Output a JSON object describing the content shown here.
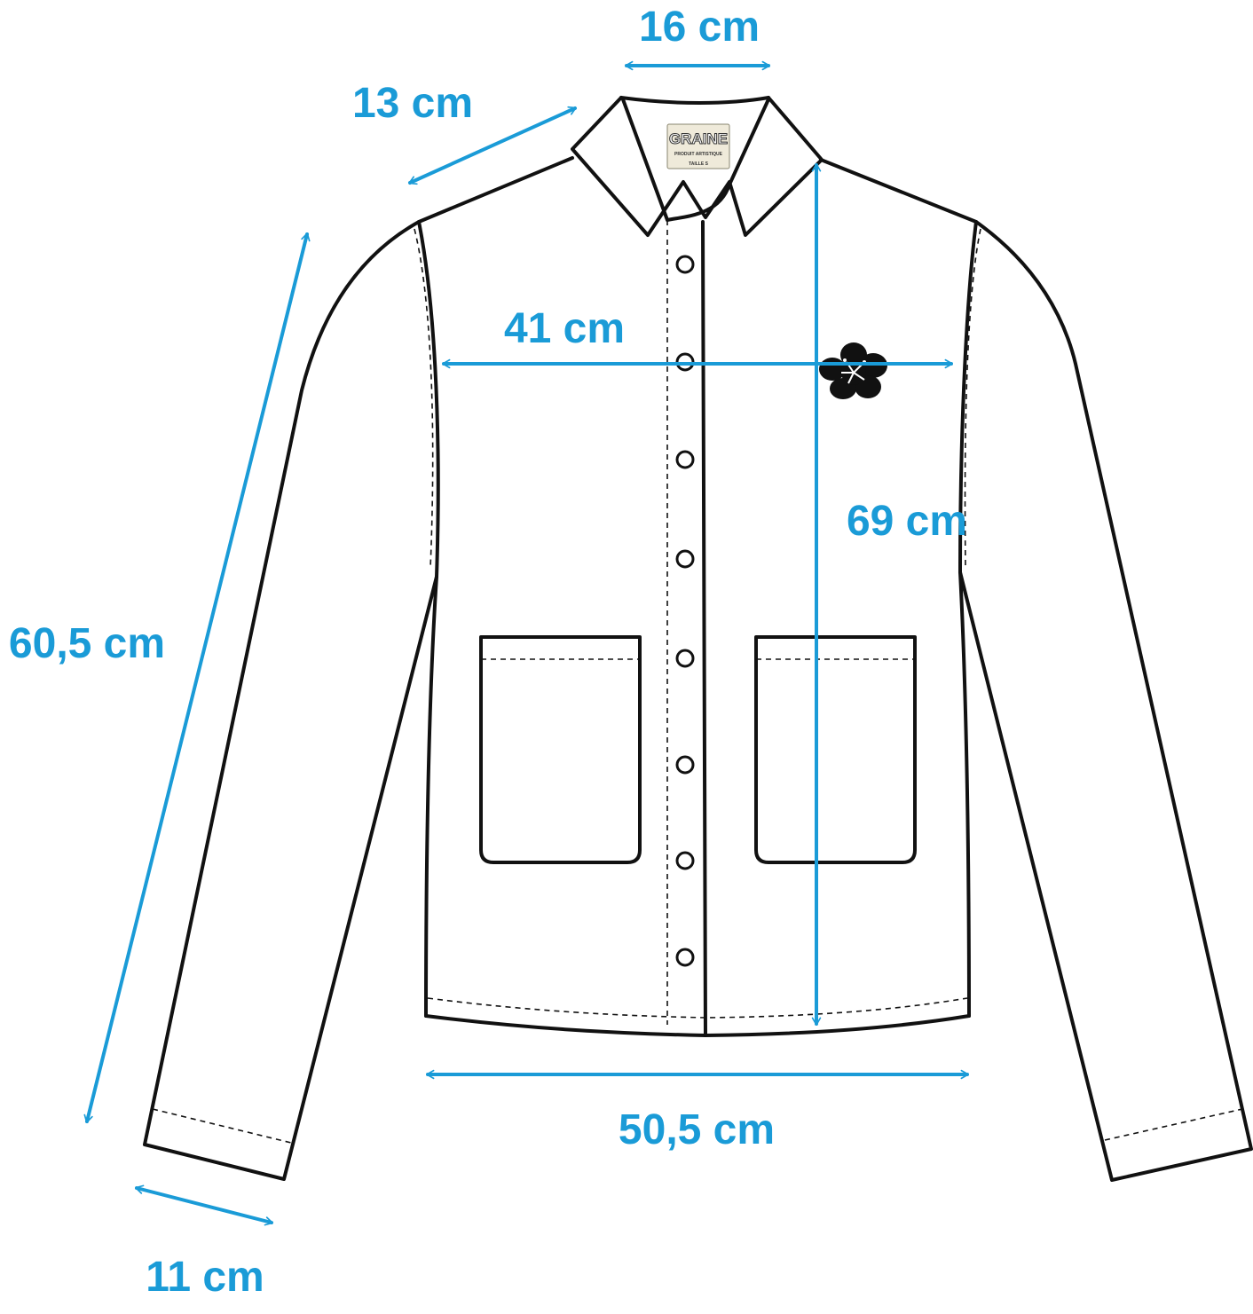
{
  "colors": {
    "measure": "#1A9BD7",
    "outline": "#111111",
    "tag_bg": "#EFEADA",
    "background": "#FFFFFF"
  },
  "label": {
    "brand": "GRAINE",
    "line1": "PRODUIT ARTISTIQUE",
    "line2": "TAILLE S"
  },
  "measurements": {
    "collar_width": "16 cm",
    "shoulder": "13 cm",
    "sleeve_length": "60,5 cm",
    "chest_width": "41 cm",
    "total_length": "69 cm",
    "hem_width": "50,5 cm",
    "cuff_width": "11 cm"
  },
  "icons": {
    "flower": "hibiscus-icon",
    "button": "button-icon"
  }
}
